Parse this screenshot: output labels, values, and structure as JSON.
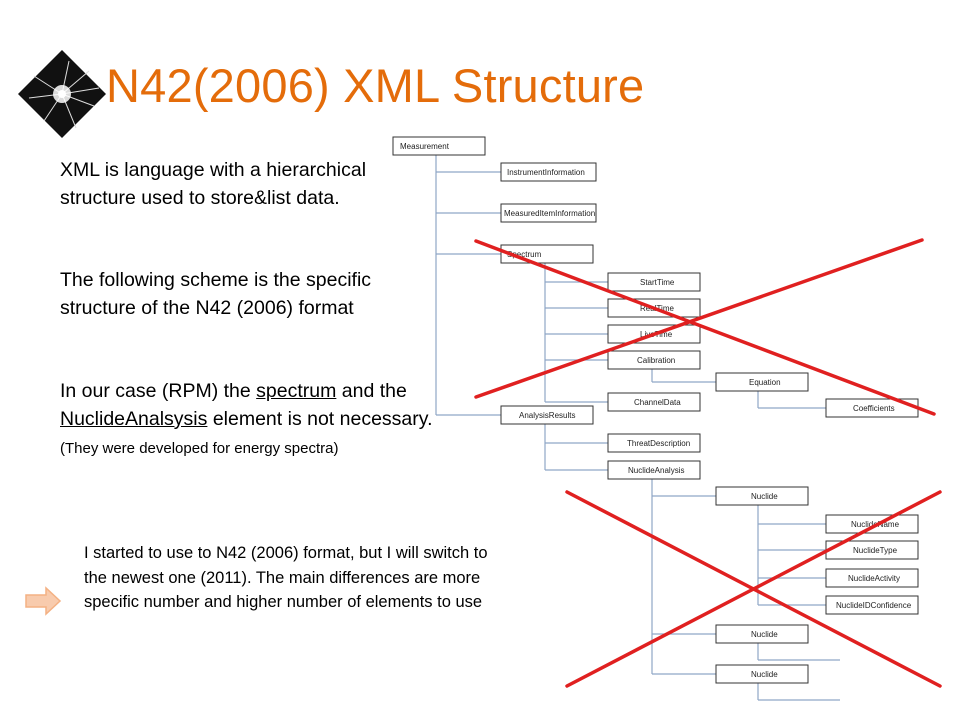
{
  "slide": {
    "title": "N42(2006) XML Structure",
    "paragraphs": {
      "p1": "XML is language with a hierarchical structure used to store&list data.",
      "p2": "The following scheme is the specific structure of the N42 (2006) format",
      "p3": {
        "pre": "In our case (RPM) the ",
        "link1": "spectrum",
        "mid": " and the ",
        "link2": "NuclideAnalsysis",
        "post": " element is not necessary. ",
        "small": "(They were developed for energy spectra)"
      }
    },
    "note": "I started to use to N42 (2006) format, but I will switch to the newest one (2011). The main differences are more specific number and higher number of elements to use",
    "icons": {
      "logo": "spark-diamond-logo",
      "arrow": "right-arrow-icon"
    },
    "colors": {
      "title": "#e46c0a",
      "cross": "#e02020",
      "arrow": "#f4b183"
    }
  },
  "diagram": {
    "nodes": {
      "measurement": "Measurement",
      "instrument_information": "InstrumentInformation",
      "measured_item_information": "MeasuredItemInformation",
      "spectrum": "Spectrum",
      "start_time": "StartTime",
      "real_time": "RealTime",
      "live_time": "LiveTime",
      "calibration": "Calibration",
      "equation": "Equation",
      "coefficients": "Coefficients",
      "channel_data": "ChannelData",
      "analysis_results": "AnalysisResults",
      "threat_description": "ThreatDescription",
      "nuclide_analysis": "NuclideAnalysis",
      "nuclide_1": "Nuclide",
      "nuclide_name": "NuclideName",
      "nuclide_type": "NuclideType",
      "nuclide_activity": "NuclideActivity",
      "nuclide_id_confidence": "NuclideIDConfidence",
      "nuclide_2": "Nuclide",
      "nuclide_3": "Nuclide"
    }
  }
}
